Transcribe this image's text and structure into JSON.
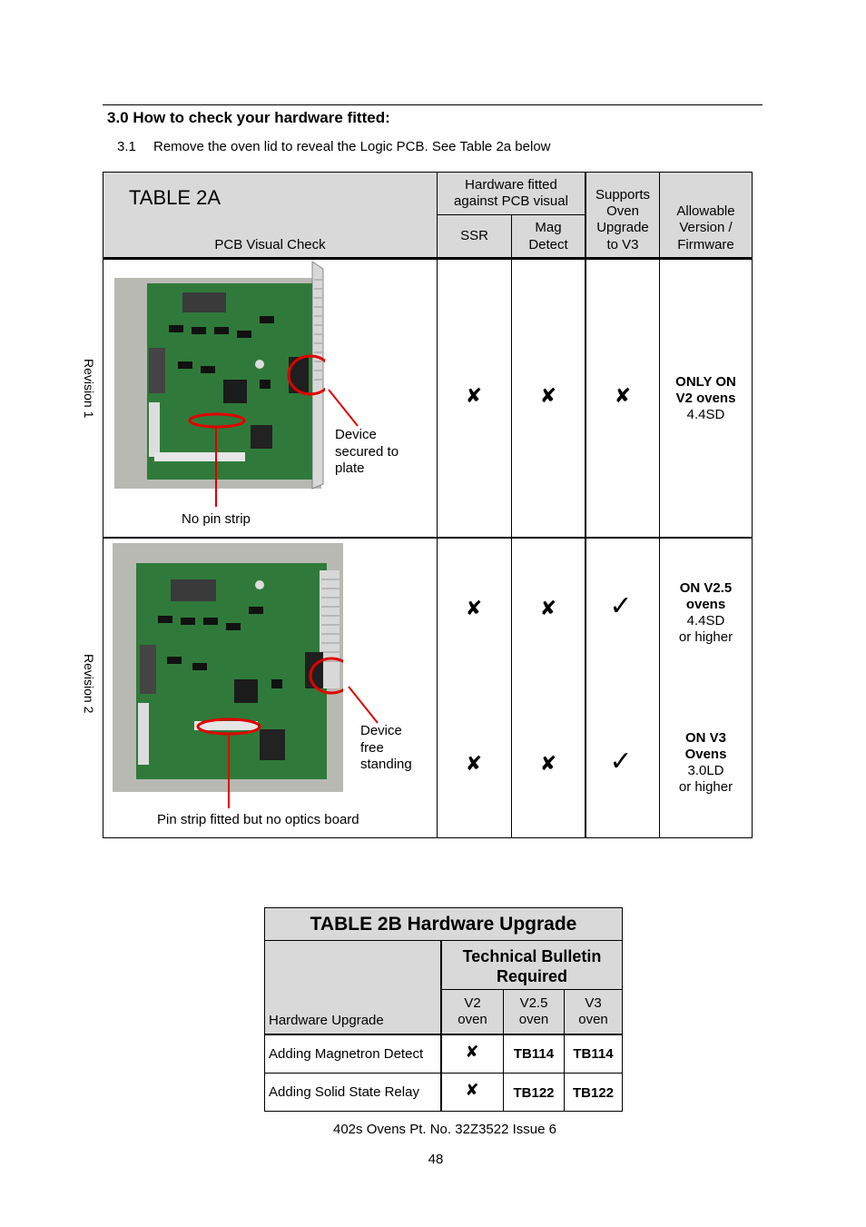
{
  "section_title": "3.0 How to check your hardware fitted:",
  "step": {
    "number": "3.1",
    "text": "Remove the oven lid to reveal the Logic PCB. See Table 2a below"
  },
  "table2a": {
    "title": "TABLE 2A",
    "col_pcb": "PCB Visual Check",
    "col_hw_line1": "Hardware fitted",
    "col_hw_line2": "against PCB visual",
    "col_ssr": "SSR",
    "col_mag_line1": "Mag",
    "col_mag_line2": "Detect",
    "col_sup_line1": "Supports",
    "col_sup_line2": "Oven",
    "col_sup_line3": "Upgrade",
    "col_sup_line4": "to V3",
    "col_allow_line1": "Allowable",
    "col_allow_line2": "Version /",
    "col_allow_line3": "Firmware",
    "rev1": {
      "label": "Revision 1",
      "callout_device_line1": "Device",
      "callout_device_line2": "secured to",
      "callout_device_line3": "plate",
      "callout_pin": "No pin strip",
      "ssr": "✘",
      "mag": "✘",
      "sup": "✘",
      "fw_line1": "ONLY ON",
      "fw_line2": "V2 ovens",
      "fw_line3": "4.4SD"
    },
    "rev2": {
      "label": "Revision 2",
      "callout_device_line1": "Device",
      "callout_device_line2": "free",
      "callout_device_line3": "standing",
      "callout_pin": "Pin strip fitted but no optics board",
      "a": {
        "ssr": "✘",
        "mag": "✘",
        "sup": "✓",
        "fw_line1": "ON V2.5",
        "fw_line2": "ovens",
        "fw_line3": "4.4SD",
        "fw_line4": "or higher"
      },
      "b": {
        "ssr": "✘",
        "mag": "✘",
        "sup": "✓",
        "fw_line1": "ON V3",
        "fw_line2": "Ovens",
        "fw_line3": "3.0LD",
        "fw_line4": "or higher"
      }
    }
  },
  "table2b": {
    "title": "TABLE 2B Hardware Upgrade",
    "tb_line1": "Technical Bulletin",
    "tb_line2": "Required",
    "col_hw": "Hardware Upgrade",
    "v2_line1": "V2",
    "v2_line2": "oven",
    "v25_line1": "V2.5",
    "v25_line2": "oven",
    "v3_line1": "V3",
    "v3_line2": "oven",
    "rows": [
      {
        "name": "Adding Magnetron Detect",
        "v2": "✘",
        "v25": "TB114",
        "v3": "TB114"
      },
      {
        "name": "Adding Solid State Relay",
        "v2": "✘",
        "v25": "TB122",
        "v3": "TB122"
      }
    ]
  },
  "footer": {
    "doc": "402s Ovens Pt. No. 32Z3522  Issue 6",
    "page": "48"
  }
}
